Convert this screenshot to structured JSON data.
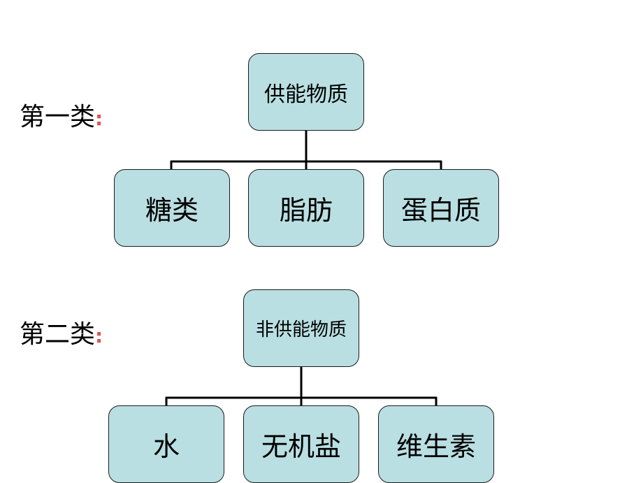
{
  "groups": [
    {
      "label": "第一类",
      "colon": ":",
      "root": "供能物质",
      "children": [
        "糖类",
        "脂肪",
        "蛋白质"
      ]
    },
    {
      "label": "第二类",
      "colon": ":",
      "root": "非供能物质",
      "children": [
        "水",
        "无机盐",
        "维生素"
      ]
    }
  ],
  "colors": {
    "node_fill": "#b9dfe2",
    "node_border": "#1a1a1a",
    "colon": "#e05050"
  }
}
